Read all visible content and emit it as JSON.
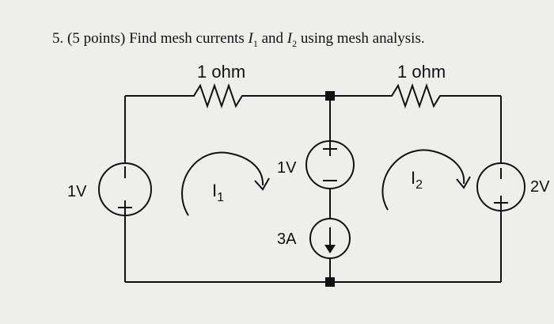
{
  "problem": {
    "number": "5.",
    "prefix": "(5 points) Find mesh currents",
    "var1": "I",
    "sub1": "1",
    "conj": "and",
    "var2": "I",
    "sub2": "2",
    "suffix": "using mesh analysis."
  },
  "circuit": {
    "r1_label": "1 ohm",
    "r2_label": "1 ohm",
    "v_left": "1V",
    "v_mid": "1V",
    "i_src": "3A",
    "v_right": "2V",
    "mesh1": "I",
    "mesh1_sub": "1",
    "mesh2": "I",
    "mesh2_sub": "2",
    "plus": "+",
    "minus": "−"
  }
}
